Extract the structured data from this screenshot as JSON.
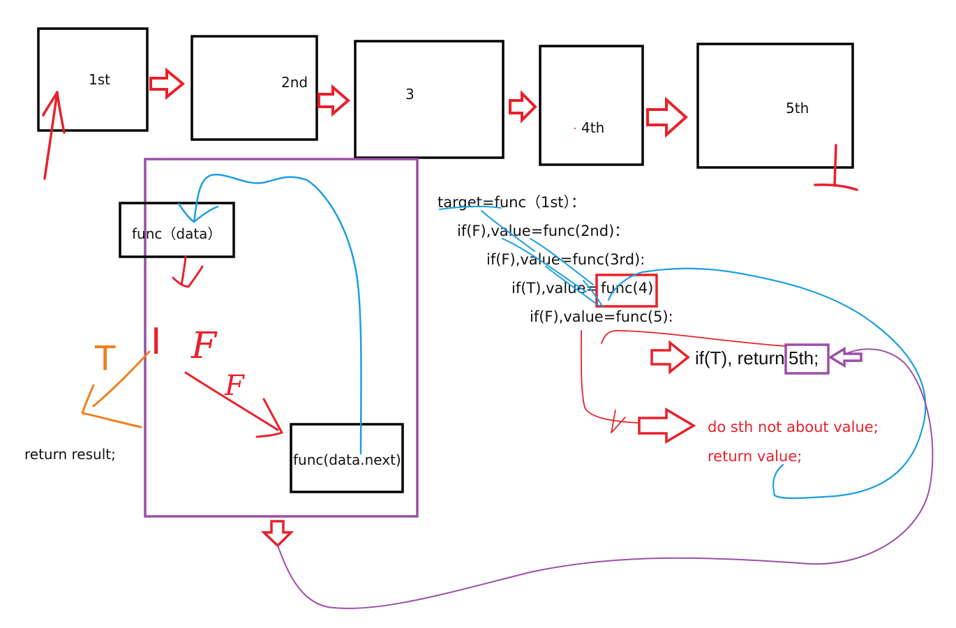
{
  "linked_list": {
    "nodes": [
      "1st",
      "2nd",
      "3",
      "4th",
      "5th"
    ]
  },
  "function_box": {
    "call_label": "func（data）",
    "next_call_label": "func(data.next)",
    "true_branch": "T",
    "false_branch": "F",
    "branch_if": "I",
    "branch_f": "F",
    "return_result": "return result;"
  },
  "recursion_trace": {
    "lines": [
      "target=func（1st）：",
      "if(F),value=func(2nd)：",
      "if(F),value=func(3rd):",
      "if(T),value=",
      "if(F),value=func(5):"
    ],
    "highlight_call": "func(4)",
    "base_case": "if(T), return ",
    "base_case_value": "5th;",
    "after_return_lines": [
      "do sth not about value;",
      "return value;"
    ]
  },
  "colors": {
    "node_border": "#000000",
    "arrow_red": "#e8202a",
    "function_frame": "#9b4fa6",
    "recursion_blue": "#1a9ee0",
    "true_branch_orange": "#f07f1e",
    "text": "#111111"
  }
}
